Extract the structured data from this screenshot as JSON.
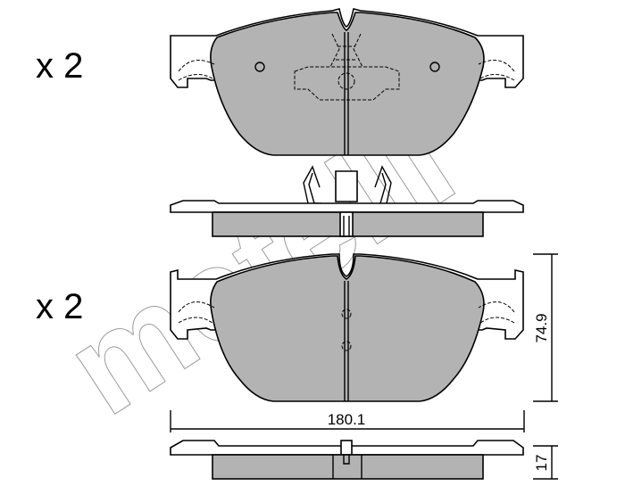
{
  "quantities": {
    "top": "x 2",
    "bottom": "x 2"
  },
  "dimensions": {
    "width": "180.1",
    "height": "74.9",
    "thickness": "17"
  },
  "watermark": "metelli",
  "colors": {
    "friction": "#b3b3b3",
    "line": "#000000",
    "watermark": "#9a9a9a"
  }
}
